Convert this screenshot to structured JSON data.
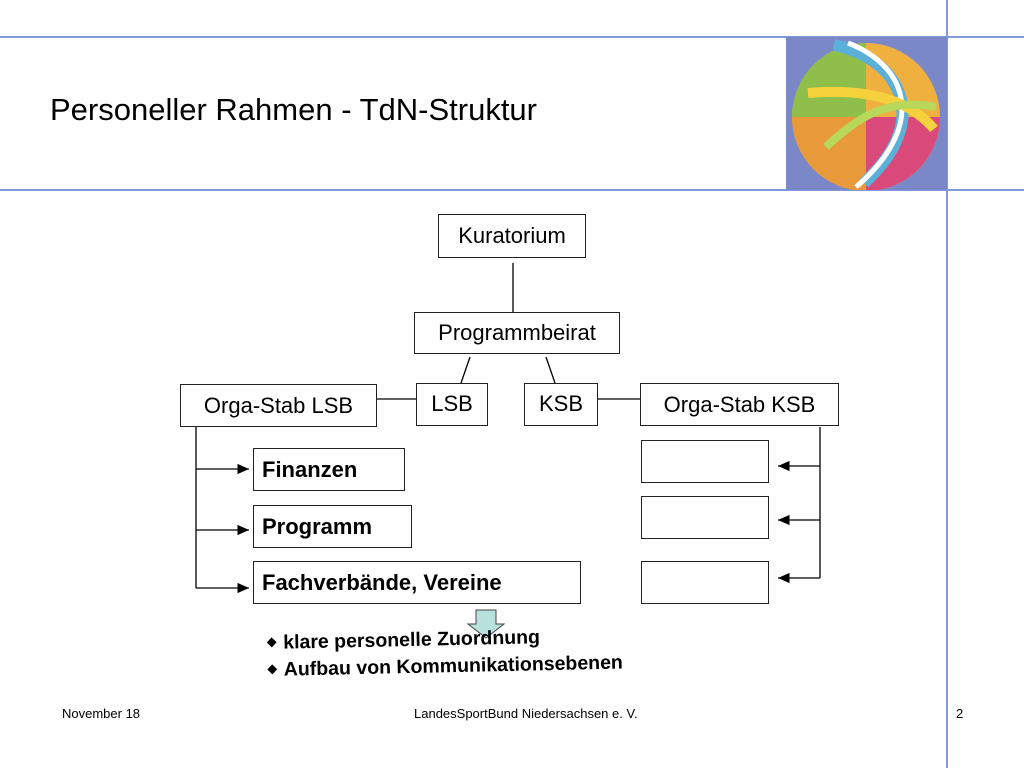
{
  "slide": {
    "title": "Personeller Rahmen - TdN-Struktur"
  },
  "diagram": {
    "top": "Kuratorium",
    "board": "Programmbeirat",
    "lsb": "LSB",
    "ksb": "KSB",
    "orga_lsb": "Orga-Stab LSB",
    "orga_ksb": "Orga-Stab KSB",
    "lsb_children": [
      "Finanzen",
      "Programm",
      "Fachverbände, Vereine"
    ],
    "ksb_children": [
      "",
      "",
      ""
    ]
  },
  "bullets": [
    "klare personelle Zuordnung",
    "Aufbau von Kommunikationsebenen"
  ],
  "footer": {
    "date": "November 18",
    "organization": "LandesSportBund Niedersachsen e. V.",
    "page": "2"
  },
  "colors": {
    "rule_lines": "#7f9ad8",
    "logo_bg": "#7b88c8"
  }
}
